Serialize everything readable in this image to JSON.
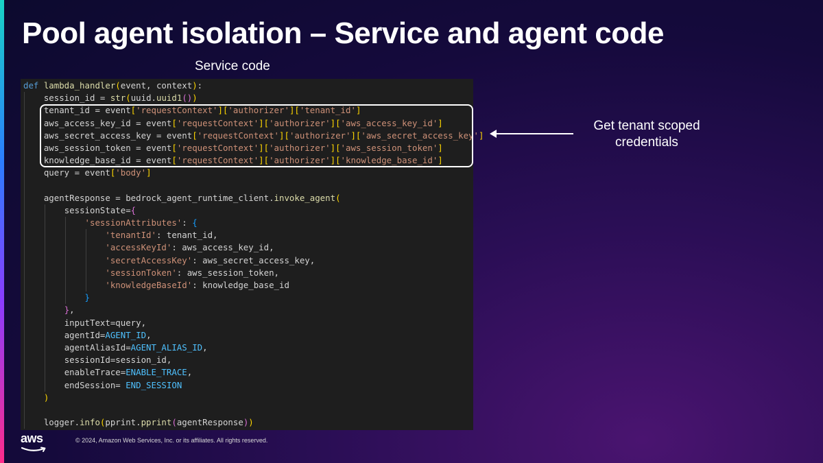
{
  "slide": {
    "title": "Pool agent isolation – Service and agent code",
    "code_heading": "Service code",
    "annotation": "Get tenant scoped credentials",
    "logo_text": "aws",
    "copyright": "© 2024, Amazon Web Services, Inc. or its affiliates. All rights reserved."
  },
  "code_lines": [
    {
      "indent": 0,
      "tokens": [
        [
          "kw",
          "def "
        ],
        [
          "fn",
          "lambda_handler"
        ],
        [
          "br1",
          "("
        ],
        [
          "var",
          "event, context"
        ],
        [
          "br1",
          ")"
        ],
        [
          "var",
          ":"
        ]
      ]
    },
    {
      "indent": 1,
      "tokens": [
        [
          "var",
          "session_id = "
        ],
        [
          "fn",
          "str"
        ],
        [
          "br1",
          "("
        ],
        [
          "var",
          "uuid."
        ],
        [
          "fn",
          "uuid1"
        ],
        [
          "br2",
          "()"
        ],
        [
          "br1",
          ")"
        ]
      ]
    },
    {
      "indent": 1,
      "tokens": [
        [
          "var",
          "tenant_id = event"
        ],
        [
          "br1",
          "["
        ],
        [
          "str",
          "'requestContext'"
        ],
        [
          "br1",
          "]["
        ],
        [
          "str",
          "'authorizer'"
        ],
        [
          "br1",
          "]["
        ],
        [
          "str",
          "'tenant_id'"
        ],
        [
          "br1",
          "]"
        ]
      ]
    },
    {
      "indent": 1,
      "tokens": [
        [
          "var",
          "aws_access_key_id = event"
        ],
        [
          "br1",
          "["
        ],
        [
          "str",
          "'requestContext'"
        ],
        [
          "br1",
          "]["
        ],
        [
          "str",
          "'authorizer'"
        ],
        [
          "br1",
          "]["
        ],
        [
          "str",
          "'aws_access_key_id'"
        ],
        [
          "br1",
          "]"
        ]
      ]
    },
    {
      "indent": 1,
      "tokens": [
        [
          "var",
          "aws_secret_access_key = event"
        ],
        [
          "br1",
          "["
        ],
        [
          "str",
          "'requestContext'"
        ],
        [
          "br1",
          "]["
        ],
        [
          "str",
          "'authorizer'"
        ],
        [
          "br1",
          "]["
        ],
        [
          "str",
          "'aws_secret_access_key'"
        ],
        [
          "br1",
          "]"
        ]
      ]
    },
    {
      "indent": 1,
      "tokens": [
        [
          "var",
          "aws_session_token = event"
        ],
        [
          "br1",
          "["
        ],
        [
          "str",
          "'requestContext'"
        ],
        [
          "br1",
          "]["
        ],
        [
          "str",
          "'authorizer'"
        ],
        [
          "br1",
          "]["
        ],
        [
          "str",
          "'aws_session_token'"
        ],
        [
          "br1",
          "]"
        ]
      ]
    },
    {
      "indent": 1,
      "tokens": [
        [
          "var",
          "knowledge_base_id = event"
        ],
        [
          "br1",
          "["
        ],
        [
          "str",
          "'requestContext'"
        ],
        [
          "br1",
          "]["
        ],
        [
          "str",
          "'authorizer'"
        ],
        [
          "br1",
          "]["
        ],
        [
          "str",
          "'knowledge_base_id'"
        ],
        [
          "br1",
          "]"
        ]
      ]
    },
    {
      "indent": 1,
      "tokens": [
        [
          "var",
          "query = event"
        ],
        [
          "br1",
          "["
        ],
        [
          "str",
          "'body'"
        ],
        [
          "br1",
          "]"
        ]
      ]
    },
    {
      "indent": 1,
      "tokens": []
    },
    {
      "indent": 1,
      "tokens": [
        [
          "var",
          "agentResponse = bedrock_agent_runtime_client."
        ],
        [
          "fn",
          "invoke_agent"
        ],
        [
          "br1",
          "("
        ]
      ]
    },
    {
      "indent": 2,
      "tokens": [
        [
          "var",
          "sessionState="
        ],
        [
          "br2",
          "{"
        ]
      ]
    },
    {
      "indent": 3,
      "tokens": [
        [
          "str",
          "'sessionAttributes'"
        ],
        [
          "var",
          ": "
        ],
        [
          "br3",
          "{"
        ]
      ]
    },
    {
      "indent": 4,
      "tokens": [
        [
          "str",
          "'tenantId'"
        ],
        [
          "var",
          ": tenant_id,"
        ]
      ]
    },
    {
      "indent": 4,
      "tokens": [
        [
          "str",
          "'accessKeyId'"
        ],
        [
          "var",
          ": aws_access_key_id,"
        ]
      ]
    },
    {
      "indent": 4,
      "tokens": [
        [
          "str",
          "'secretAccessKey'"
        ],
        [
          "var",
          ": aws_secret_access_key,"
        ]
      ]
    },
    {
      "indent": 4,
      "tokens": [
        [
          "str",
          "'sessionToken'"
        ],
        [
          "var",
          ": aws_session_token,"
        ]
      ]
    },
    {
      "indent": 4,
      "tokens": [
        [
          "str",
          "'knowledgeBaseId'"
        ],
        [
          "var",
          ": knowledge_base_id"
        ]
      ]
    },
    {
      "indent": 3,
      "tokens": [
        [
          "br3",
          "}"
        ]
      ]
    },
    {
      "indent": 2,
      "tokens": [
        [
          "br2",
          "}"
        ],
        [
          "var",
          ","
        ]
      ]
    },
    {
      "indent": 2,
      "tokens": [
        [
          "var",
          "inputText=query,"
        ]
      ]
    },
    {
      "indent": 2,
      "tokens": [
        [
          "var",
          "agentId="
        ],
        [
          "const",
          "AGENT_ID"
        ],
        [
          "var",
          ","
        ]
      ]
    },
    {
      "indent": 2,
      "tokens": [
        [
          "var",
          "agentAliasId="
        ],
        [
          "const",
          "AGENT_ALIAS_ID"
        ],
        [
          "var",
          ","
        ]
      ]
    },
    {
      "indent": 2,
      "tokens": [
        [
          "var",
          "sessionId=session_id,"
        ]
      ]
    },
    {
      "indent": 2,
      "tokens": [
        [
          "var",
          "enableTrace="
        ],
        [
          "const",
          "ENABLE_TRACE"
        ],
        [
          "var",
          ","
        ]
      ]
    },
    {
      "indent": 2,
      "tokens": [
        [
          "var",
          "endSession= "
        ],
        [
          "const",
          "END_SESSION"
        ]
      ]
    },
    {
      "indent": 1,
      "tokens": [
        [
          "br1",
          ")"
        ]
      ]
    },
    {
      "indent": 1,
      "tokens": []
    },
    {
      "indent": 1,
      "tokens": [
        [
          "var",
          "logger."
        ],
        [
          "fn",
          "info"
        ],
        [
          "br1",
          "("
        ],
        [
          "var",
          "pprint."
        ],
        [
          "fn",
          "pprint"
        ],
        [
          "br2",
          "("
        ],
        [
          "var",
          "agentResponse"
        ],
        [
          "br2",
          ")"
        ],
        [
          "br1",
          ")"
        ]
      ]
    }
  ],
  "colors": {
    "keyword": "#569cd6",
    "function": "#dcdcaa",
    "string": "#ce9178",
    "constant": "#4fc1ff",
    "code_background": "#1e1e1e"
  }
}
